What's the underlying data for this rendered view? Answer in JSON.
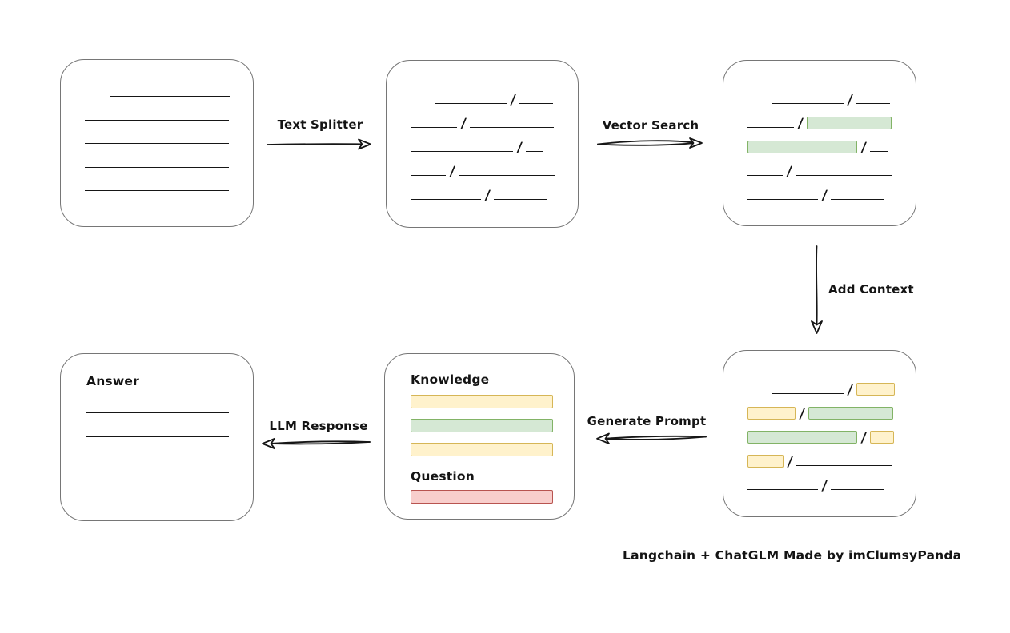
{
  "caption": "Langchain + ChatGLM Made by imClumsyPanda",
  "colors": {
    "green_fill": "#d5e8d4",
    "green_border": "#82b366",
    "yellow_fill": "#fff2cc",
    "yellow_border": "#d6b656",
    "red_fill": "#f8cecc",
    "red_border": "#b85450",
    "stroke": "#161616",
    "box_border": "#767676"
  },
  "arrows": {
    "text_splitter": {
      "label": "Text Splitter",
      "direction": "right"
    },
    "vector_search": {
      "label": "Vector Search",
      "direction": "right"
    },
    "add_context": {
      "label": "Add Context",
      "direction": "down"
    },
    "generate_prompt": {
      "label": "Generate Prompt",
      "direction": "left"
    },
    "llm_response": {
      "label": "LLM Response",
      "direction": "left"
    }
  },
  "boxes": {
    "document": {
      "lines": [
        {
          "indent": 61,
          "w": 150
        },
        {
          "indent": 30,
          "w": 180
        },
        {
          "indent": 30,
          "w": 180
        },
        {
          "indent": 30,
          "w": 180
        },
        {
          "indent": 30,
          "w": 180
        }
      ]
    },
    "split_chunks": {
      "rows": [
        [
          {
            "t": "gap",
            "w": 30
          },
          {
            "t": "line",
            "w": 90
          },
          {
            "t": "slash"
          },
          {
            "t": "line",
            "w": 42
          }
        ],
        [
          {
            "t": "line",
            "w": 58
          },
          {
            "t": "slash"
          },
          {
            "t": "line",
            "w": 105
          }
        ],
        [
          {
            "t": "line",
            "w": 128
          },
          {
            "t": "slash"
          },
          {
            "t": "line",
            "w": 22
          }
        ],
        [
          {
            "t": "line",
            "w": 44
          },
          {
            "t": "slash"
          },
          {
            "t": "line",
            "w": 120
          }
        ],
        [
          {
            "t": "line",
            "w": 88
          },
          {
            "t": "slash"
          },
          {
            "t": "line",
            "w": 66
          }
        ]
      ]
    },
    "matched_chunks": {
      "rows": [
        [
          {
            "t": "gap",
            "w": 30
          },
          {
            "t": "line",
            "w": 90
          },
          {
            "t": "slash"
          },
          {
            "t": "line",
            "w": 42
          }
        ],
        [
          {
            "t": "line",
            "w": 58
          },
          {
            "t": "slash"
          },
          {
            "t": "box",
            "c": "green",
            "w": 106
          }
        ],
        [
          {
            "t": "box",
            "c": "green",
            "w": 137
          },
          {
            "t": "slash"
          },
          {
            "t": "line",
            "w": 22
          }
        ],
        [
          {
            "t": "line",
            "w": 44
          },
          {
            "t": "slash"
          },
          {
            "t": "line",
            "w": 120
          }
        ],
        [
          {
            "t": "line",
            "w": 88
          },
          {
            "t": "slash"
          },
          {
            "t": "line",
            "w": 66
          }
        ]
      ]
    },
    "context_chunks": {
      "rows": [
        [
          {
            "t": "gap",
            "w": 30
          },
          {
            "t": "line",
            "w": 90
          },
          {
            "t": "slash"
          },
          {
            "t": "box",
            "c": "yellow",
            "w": 48
          }
        ],
        [
          {
            "t": "box",
            "c": "yellow",
            "w": 60
          },
          {
            "t": "slash"
          },
          {
            "t": "box",
            "c": "green",
            "w": 106
          }
        ],
        [
          {
            "t": "box",
            "c": "green",
            "w": 137
          },
          {
            "t": "slash"
          },
          {
            "t": "box",
            "c": "yellow",
            "w": 30
          }
        ],
        [
          {
            "t": "box",
            "c": "yellow",
            "w": 45
          },
          {
            "t": "slash"
          },
          {
            "t": "line",
            "w": 120
          }
        ],
        [
          {
            "t": "line",
            "w": 88
          },
          {
            "t": "slash"
          },
          {
            "t": "line",
            "w": 66
          }
        ]
      ]
    },
    "prompt": {
      "knowledge_label": "Knowledge",
      "question_label": "Question",
      "knowledge_bars": [
        "yellow",
        "green",
        "yellow"
      ],
      "question_bars": [
        "red"
      ]
    },
    "answer": {
      "label": "Answer",
      "lines": [
        {
          "indent": 31,
          "w": 179
        },
        {
          "indent": 31,
          "w": 179
        },
        {
          "indent": 31,
          "w": 179
        },
        {
          "indent": 31,
          "w": 179
        }
      ]
    }
  }
}
